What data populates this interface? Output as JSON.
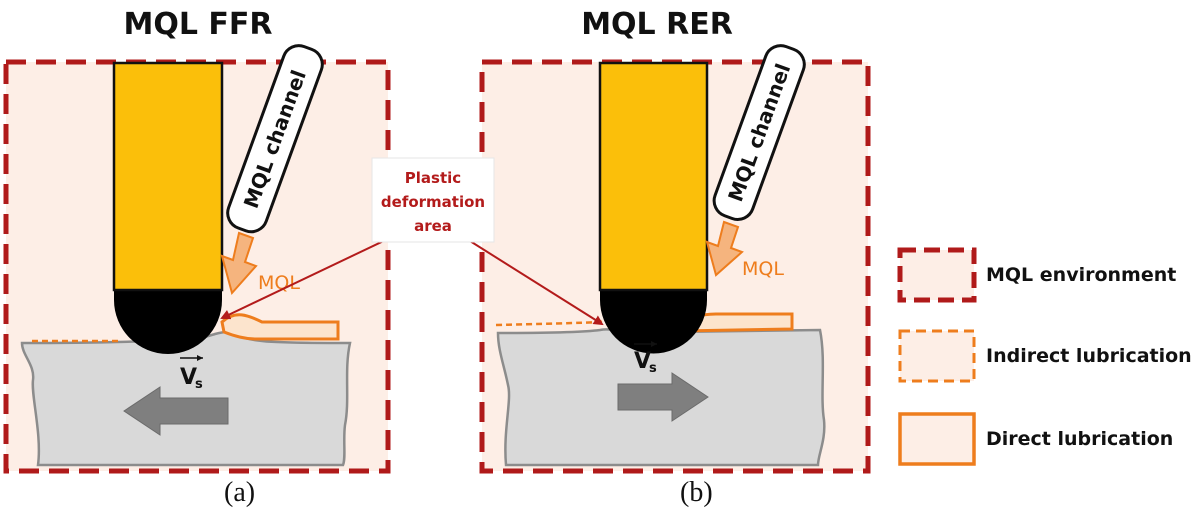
{
  "panels": [
    {
      "title": "MQL FFR",
      "caption": "(a)",
      "channel_label": "MQL channel",
      "mql_label": "MQL",
      "velocity_label": "V",
      "velocity_subscript": "s",
      "workpiece_motion": "left"
    },
    {
      "title": "MQL RER",
      "caption": "(b)",
      "channel_label": "MQL channel",
      "mql_label": "MQL",
      "velocity_label": "V",
      "velocity_subscript": "s",
      "workpiece_motion": "right"
    }
  ],
  "callout": {
    "lines": [
      "Plastic",
      "deformation",
      "area"
    ],
    "color": "#b31b1b"
  },
  "legend": {
    "items": [
      {
        "label": "MQL environment",
        "style": "dashed-red"
      },
      {
        "label": "Indirect lubrication",
        "style": "dashed-orange"
      },
      {
        "label": "Direct lubrication",
        "style": "solid-orange"
      }
    ]
  },
  "colors": {
    "environment_fill": "#fdeee6",
    "environment_border": "#b01a1a",
    "tool_body": "#fbbf0a",
    "tool_tip": "#000000",
    "workpiece": "#d9d9d9",
    "workpiece_edge": "#8c8c8c",
    "lubrication": "#ee7d1d",
    "motion_arrow": "#7f7f7f"
  }
}
